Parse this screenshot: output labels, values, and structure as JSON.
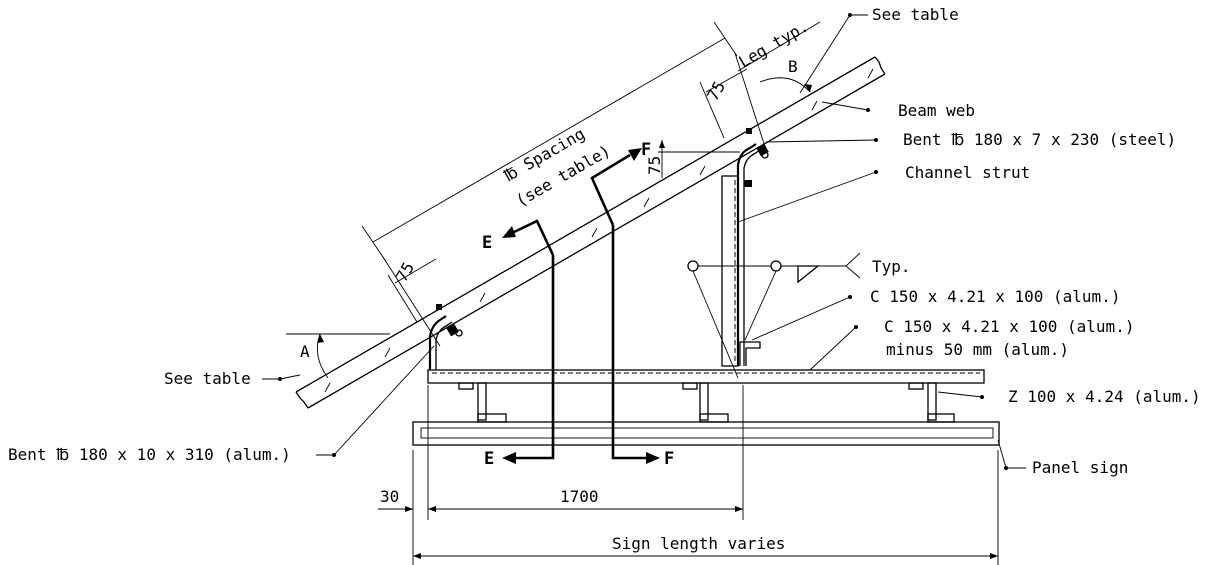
{
  "labels": {
    "see_table_top": "See table",
    "leg_typ": "Leg typ.",
    "angle_b": "B",
    "beam_web": "Beam web",
    "bent_plate_steel": "Bent ℔ 180 x 7 x 230 (steel)",
    "channel_strut": "Channel strut",
    "typ": "Typ.",
    "c_150_a": "C 150 x 4.21 x 100 (alum.)",
    "c_150_b": "C 150 x 4.21 x 100 (alum.)",
    "minus_50": "minus 50 mm (alum.)",
    "z_100": "Z 100 x 4.24 (alum.)",
    "panel_sign": "Panel sign",
    "see_table_left": "See table",
    "angle_a": "A",
    "bent_plate_alum": "Bent ℔ 180 x 10 x 310 (alum.)",
    "pl_spacing": "℔ Spacing",
    "see_table_paren": "(see table)",
    "section_e": "E",
    "section_f": "F"
  },
  "dimensions": {
    "d75_upper": "75",
    "d75_vertical": "75",
    "d75_lower": "75",
    "d30": "30",
    "d1700": "1700",
    "sign_length": "Sign length varies"
  }
}
